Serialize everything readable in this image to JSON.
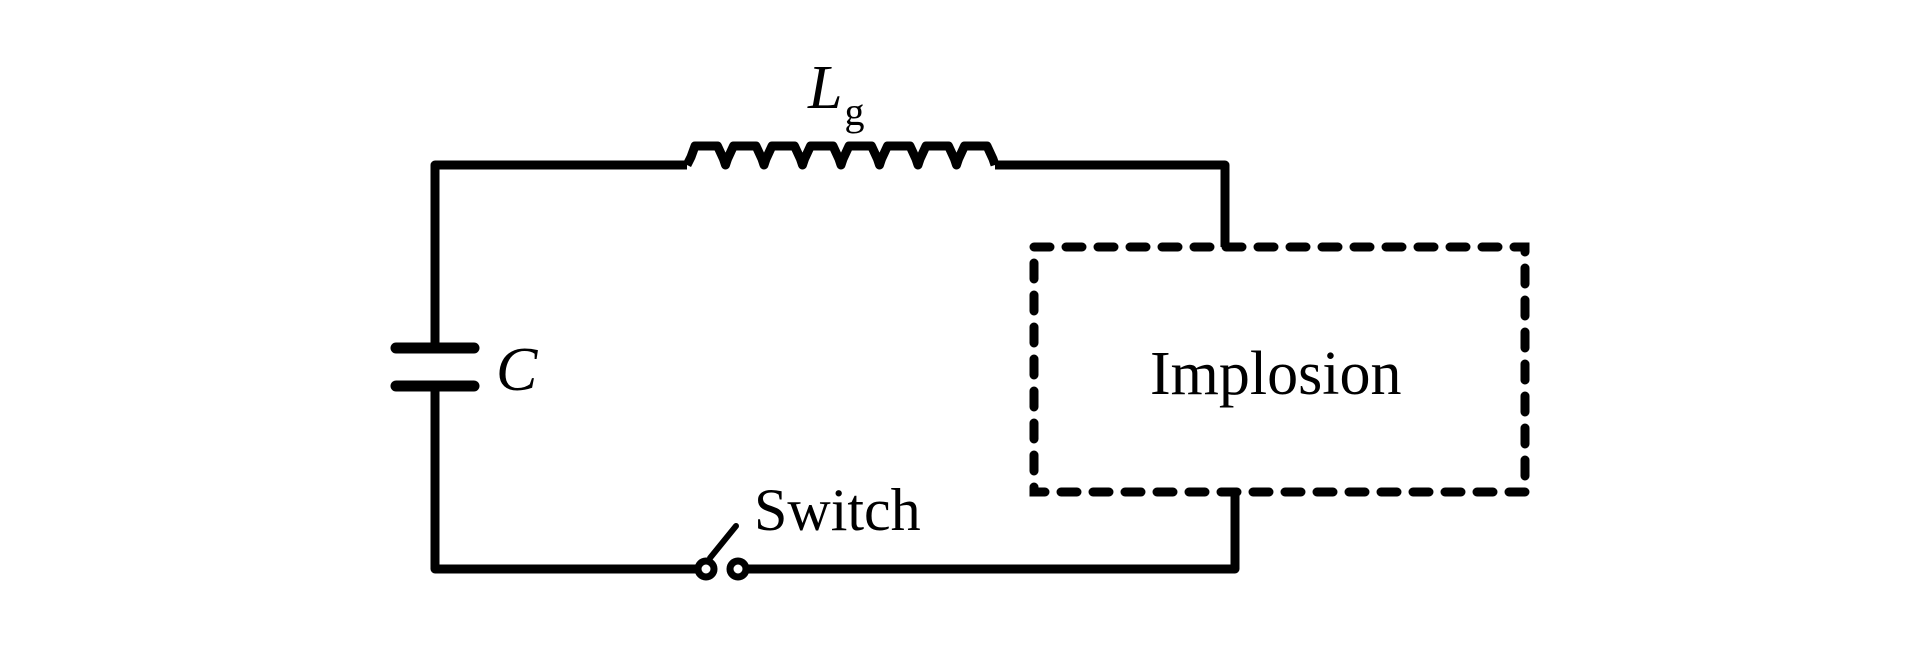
{
  "diagram": {
    "type": "circuit-schematic",
    "components": {
      "inductor": {
        "label": "L",
        "subscript": "g"
      },
      "capacitor": {
        "label": "C"
      },
      "switch": {
        "label": "Switch"
      },
      "load": {
        "label": "Implosion",
        "style": "dashed-box"
      }
    },
    "colors": {
      "stroke": "#000000",
      "background": "#ffffff"
    }
  }
}
